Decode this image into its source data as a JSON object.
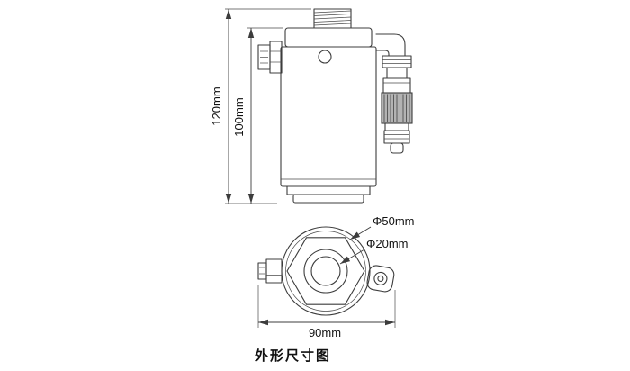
{
  "caption": "外形尺寸图",
  "labels": {
    "overall_height": "120mm",
    "body_height": "100mm",
    "outer_diameter": "Φ50mm",
    "port_diameter": "Φ20mm",
    "overall_width": "90mm"
  },
  "colors": {
    "line": "#3c3c3c",
    "text": "#111111",
    "background": "#ffffff",
    "knurl_fill": "#b3b3b3"
  }
}
